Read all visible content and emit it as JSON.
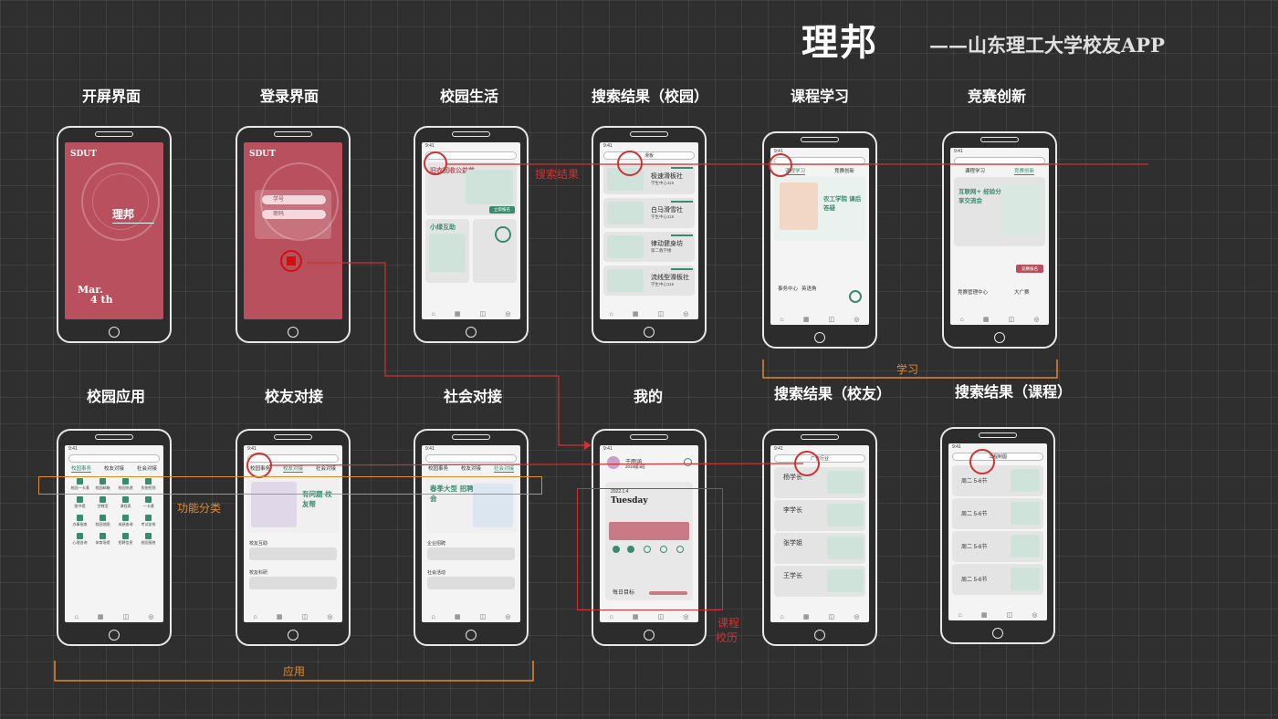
{
  "header": {
    "brand": "理邦",
    "subtitle": "——山东理工大学校友APP"
  },
  "screens": {
    "splash": {
      "title": "开屏界面",
      "sdut": "SDUT",
      "logo": "理邦",
      "date_line1": "Mar.",
      "date_line2": "4 th"
    },
    "login": {
      "title": "登录界面",
      "sdut": "SDUT",
      "field_user": "学号",
      "field_pass": "密码"
    },
    "campus_life": {
      "title": "校园生活",
      "card1": "旧衣回收公益节",
      "card2": "小绿互助",
      "btn": "立即报名"
    },
    "search_campus": {
      "title": "搜索结果（校园）",
      "query": "滑板",
      "rows": [
        {
          "name": "极速滑板社",
          "sub": "学生中心119"
        },
        {
          "name": "白马滑雪社",
          "sub": "学生中心119"
        },
        {
          "name": "律动健身坊",
          "sub": "第二教学楼"
        },
        {
          "name": "流线型滑板社",
          "sub": "学生中心119"
        }
      ]
    },
    "course": {
      "title": "课程学习",
      "tab1": "课程学习",
      "tab2": "竞赛创新",
      "card": "农工学院 课后答疑",
      "label": "事务中心",
      "label2": "英语角"
    },
    "competition": {
      "title": "竞赛创新",
      "tab1": "课程学习",
      "tab2": "竞赛创新",
      "card": "互联网+ 经验分享交流会",
      "btn": "竞赛报名",
      "label1": "竞赛管理中心",
      "label2": "大广赛"
    },
    "campus_app": {
      "title": "校园应用",
      "tabs": [
        "校园事务",
        "校友对接",
        "社会对接"
      ],
      "icons": [
        "校园一卡通",
        "校园邮箱",
        "校园快递",
        "失物招领",
        "图书馆",
        "空教室",
        "课程表",
        "一卡通",
        "办事指南",
        "校园地图",
        "成绩查询",
        "考试安排",
        "心理咨询",
        "体育场馆",
        "招聘信息",
        "校园报修"
      ]
    },
    "alumni": {
      "title": "校友对接",
      "tabs": [
        "校园事务",
        "校友对接",
        "社会对接"
      ],
      "banner": "有问题 校友帮",
      "item1": "校友互助",
      "item2": "校友科研"
    },
    "social": {
      "title": "社会对接",
      "tabs": [
        "校园事务",
        "校友对接",
        "社会对接"
      ],
      "banner": "春季大型 招聘会",
      "item1": "企业招聘",
      "item2": "社会活动"
    },
    "me": {
      "title": "我的",
      "name": "于雨涵",
      "year": "2019级4班",
      "date": "2022.1.4",
      "day": "Tuesday",
      "goal": "每日目标"
    },
    "search_alumni": {
      "title": "搜索结果（校友）",
      "query": "广告行业",
      "rows": [
        {
          "name": "杨学长"
        },
        {
          "name": "李学长"
        },
        {
          "name": "张学姐"
        },
        {
          "name": "王学长"
        }
      ]
    },
    "search_course": {
      "title": "搜索结果（课程）",
      "query": "工程制图",
      "rows": [
        {
          "line": "周二 5-6节"
        },
        {
          "line": "周二 5-6节"
        },
        {
          "line": "周二 5-6节"
        },
        {
          "line": "周二 5-6节"
        }
      ]
    }
  },
  "annotations": {
    "search_result": "搜索结果",
    "learning": "学习",
    "function_category": "功能分类",
    "application": "应用",
    "course_history_1": "课程",
    "course_history_2": "校历"
  },
  "colors": {
    "brand_red": "#b9505e",
    "accent_green": "#3a8b6e",
    "annotation_orange": "#e08a2e",
    "annotation_red": "#cc3333"
  }
}
